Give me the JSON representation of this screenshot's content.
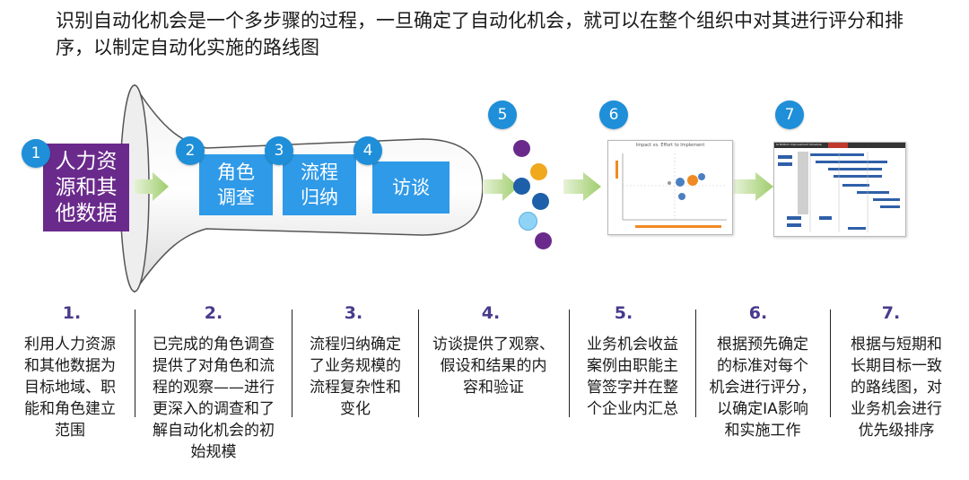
{
  "title": "识别自动化机会是一个多步骤的过程，一旦确定了自动化机会，就可以在整个组织中对其进行评分和排序，以制定自动化实施的路线图",
  "badges": [
    "1",
    "2",
    "3",
    "4",
    "5",
    "6",
    "7"
  ],
  "stage_boxes": {
    "b1": "人力资\n源和其\n他数据",
    "b2": "角色\n调查",
    "b3": "流程\n归纳",
    "b4": "访谈"
  },
  "colors": {
    "badge": "#1e8fd8",
    "purple": "#6a2a8c",
    "blue": "#2f9ae8",
    "arrow": "#a9d37e",
    "dot_purple": "#6a2a8c",
    "dot_orange": "#f0a81c",
    "dot_blue": "#1d5fa8",
    "dot_lightblue": "#8fd3f7"
  },
  "thumb6_title": "Impact vs. Effort to Implement",
  "thumb7_title": "IA Bottom Improvement Schedule",
  "steps": [
    {
      "num": "1.",
      "text": "利用人力资源\n和其他数据为\n目标地域、职\n能和角色建立\n范围"
    },
    {
      "num": "2.",
      "text": "已完成的角色调查\n提供了对角色和流\n程的观察——进行\n更深入的调查和了\n解自动化机会的初\n始规模"
    },
    {
      "num": "3.",
      "text": "流程归纳确定\n了业务规模的\n流程复杂性和\n变化"
    },
    {
      "num": "4.",
      "text": "访谈提供了观察、\n假设和结果的内\n容和验证"
    },
    {
      "num": "5.",
      "text": "业务机会收益\n案例由职能主\n管签字并在整\n个企业内汇总"
    },
    {
      "num": "6.",
      "text": "根据预先确定\n的标准对每个\n机会进行评分，\n以确定IA影响\n和实施工作"
    },
    {
      "num": "7.",
      "text": "根据与短期和\n长期目标一致\n的路线图，对\n业务机会进行\n优先级排序"
    }
  ]
}
